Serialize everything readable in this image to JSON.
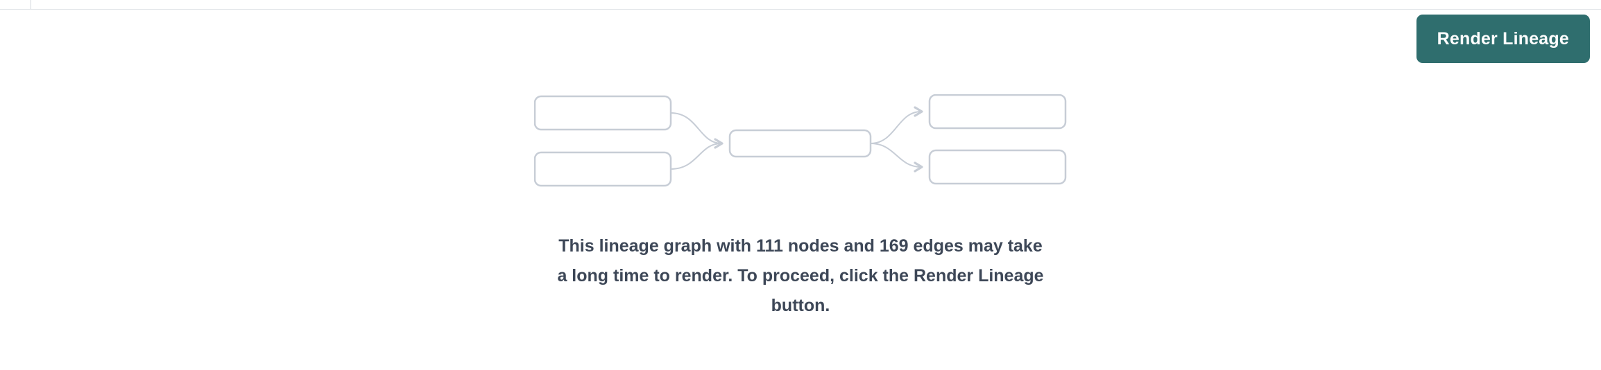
{
  "header": {
    "render_button_label": "Render Lineage"
  },
  "graph_stats": {
    "nodes": 111,
    "edges": 169
  },
  "message": {
    "full_text": "This lineage graph with 111 nodes and 169 edges may take a long time to render. To proceed, click the Render Lineage button.",
    "lines": [
      "This lineage graph with 111 nodes and 169 edges may take",
      "a long time to render. To proceed, click the Render Lineage",
      "button."
    ]
  },
  "illustration": {
    "description": "placeholder lineage graph of five empty nodes connected by arrows"
  },
  "colors": {
    "button_teal": "#2f6e6e",
    "message_text": "#3d4757",
    "graph_stroke": "#c7cdd6",
    "top_rule": "#e2e5e9"
  }
}
